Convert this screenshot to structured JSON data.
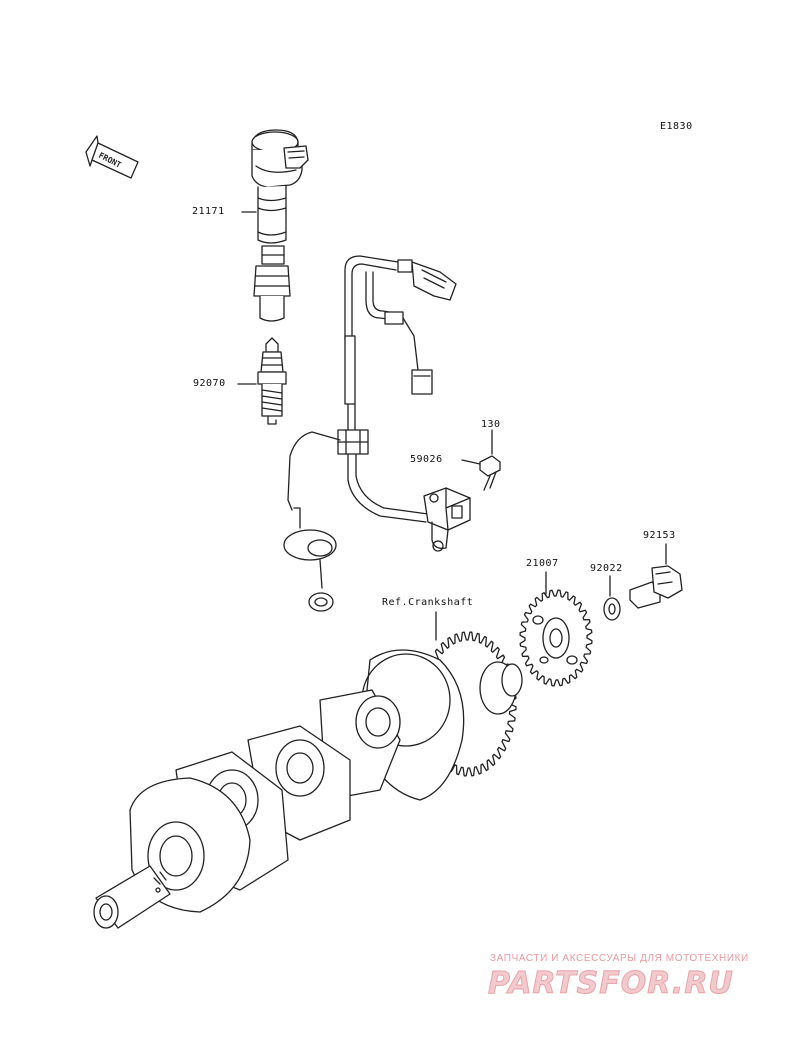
{
  "diagram": {
    "code": "E1830",
    "direction_marker": "FRONT",
    "parts": [
      {
        "id": "ignition-coil",
        "number": "21171"
      },
      {
        "id": "spark-plug",
        "number": "92070"
      },
      {
        "id": "bolt-130",
        "number": "130"
      },
      {
        "id": "pickup-coil",
        "number": "59026"
      },
      {
        "id": "timing-rotor",
        "number": "21007"
      },
      {
        "id": "washer",
        "number": "92022"
      },
      {
        "id": "rotor-bolt",
        "number": "92153"
      }
    ],
    "reference": "Ref.Crankshaft"
  },
  "watermark": {
    "tagline": "ЗАПЧАСТИ И АКСЕССУАРЫ ДЛЯ МОТОТЕХНИКИ",
    "brand": "PARTSFOR.RU"
  },
  "colors": {
    "line": "#222222",
    "watermark_text": "#e99aa0",
    "watermark_logo": "#f2c9cc"
  }
}
